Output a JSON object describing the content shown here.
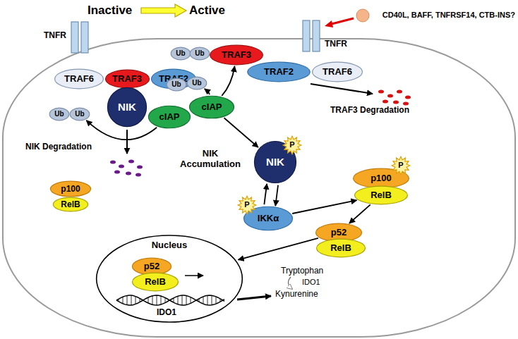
{
  "diagram": {
    "nodes": [
      {
        "text": [
          "TNFR"
        ]
      },
      {
        "text": [
          "TNFR"
        ]
      },
      {
        "text": [
          "TRAF6"
        ]
      },
      {
        "text": [
          "TRAF3"
        ]
      },
      {
        "text": [
          "TRAF2"
        ]
      },
      {
        "text": [
          "NIK"
        ]
      },
      {
        "text": [
          "cIAP"
        ]
      },
      {
        "text": [
          "Ub"
        ]
      },
      {
        "text": [
          "Ub"
        ]
      },
      {
        "text": [
          "Ub"
        ]
      },
      {
        "text": [
          "Ub"
        ]
      },
      {
        "text": [
          "TRAF3"
        ]
      },
      {
        "text": [
          "Ub"
        ]
      },
      {
        "text": [
          "Ub"
        ]
      },
      {
        "text": [
          "TRAF2"
        ]
      },
      {
        "text": [
          "TRAF6"
        ]
      },
      {
        "text": [
          "cIAP"
        ]
      },
      {
        "text": [
          "NIK"
        ]
      },
      {
        "text": [
          "P"
        ]
      },
      {
        "text": [
          "IKKα"
        ]
      },
      {
        "text": [
          "P"
        ]
      },
      {
        "text": [
          "p100"
        ]
      },
      {
        "text": [
          "P"
        ]
      },
      {
        "text": [
          "RelB"
        ]
      },
      {
        "text": [
          "p52"
        ]
      },
      {
        "text": [
          "RelB"
        ]
      },
      {
        "text": [
          "p100"
        ]
      },
      {
        "text": [
          "RelB"
        ]
      },
      {
        "text": [
          "Nucleus"
        ]
      },
      {
        "text": [
          "p52"
        ],
        "in": 28
      },
      {
        "text": [
          "RelB"
        ],
        "in": 28
      }
    ],
    "edges": [
      {
        "from": 6,
        "to": 8,
        "arrow": "to"
      },
      {
        "from": 16,
        "to": 11,
        "arrow": "to"
      },
      {
        "from": 16,
        "to": 13,
        "arrow": "to"
      },
      {
        "from": 16,
        "to": 17,
        "arrow": "to"
      },
      {
        "from": 17,
        "to": 19,
        "arrow": "to"
      },
      {
        "from": 19,
        "to": 17,
        "arrow": "to"
      },
      {
        "from": 19,
        "to": 23,
        "arrow": "to"
      },
      {
        "from": 23,
        "to": 24,
        "arrow": "to"
      },
      {
        "from": 24,
        "to": 28,
        "arrow": "to"
      }
    ],
    "labels": [
      "Inactive",
      "Active",
      "CD40L, BAFF, TNFRSF14, CTB-INS?",
      "NIK Degradation",
      "TRAF3 Degradation",
      "NIK Accumulation",
      "IDO1",
      "Tryptophan",
      "IDO1",
      "Kynurenine"
    ]
  }
}
